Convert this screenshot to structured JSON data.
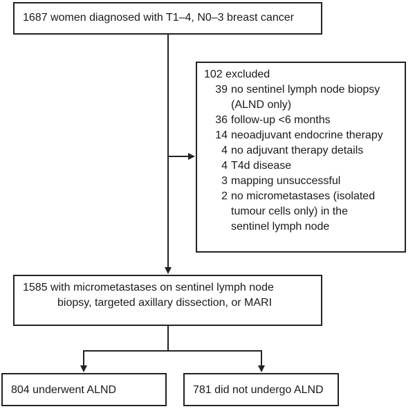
{
  "top_box": {
    "text": "1687 women diagnosed with T1–4, N0–3 breast cancer"
  },
  "excluded_box": {
    "heading": "102 excluded",
    "items": [
      {
        "count": "39",
        "lines": [
          "no sentinel lymph node biopsy",
          "(ALND only)"
        ]
      },
      {
        "count": "36",
        "lines": [
          "follow-up <6 months"
        ]
      },
      {
        "count": "14",
        "lines": [
          "neoadjuvant endocrine therapy"
        ]
      },
      {
        "count": "4",
        "lines": [
          "no adjuvant therapy details"
        ]
      },
      {
        "count": "4",
        "lines": [
          "T4d disease"
        ]
      },
      {
        "count": "3",
        "lines": [
          "mapping unsuccessful"
        ]
      },
      {
        "count": "2",
        "lines": [
          "no micrometastases (isolated",
          "tumour cells only) in the",
          "sentinel lymph node"
        ]
      }
    ]
  },
  "middle_box": {
    "line1": "1585 with micrometastases on sentinel lymph node",
    "line2": "biopsy, targeted axillary dissection, or MARI"
  },
  "left_box": {
    "text": "804 underwent ALND"
  },
  "right_box": {
    "text": "781 did not undergo ALND"
  }
}
